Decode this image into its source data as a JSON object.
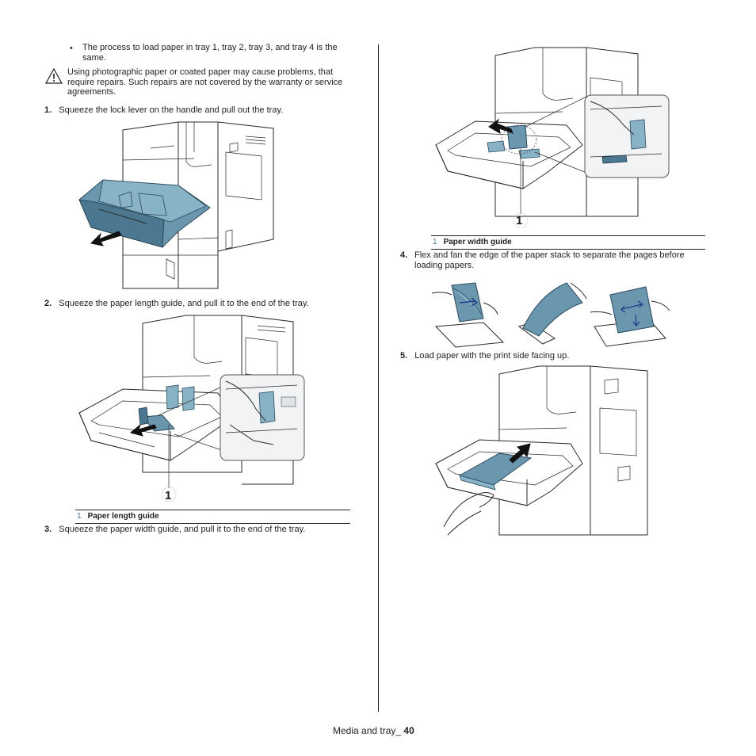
{
  "bullet": {
    "symbol": "•",
    "text": "The process to load paper in tray 1, tray 2, tray 3, and tray 4 is the same."
  },
  "caution": {
    "icon": "warning-triangle-icon",
    "text": "Using photographic paper or coated paper may cause problems, that require repairs. Such repairs are not covered by the warranty or service agreements."
  },
  "steps": [
    {
      "number": "1.",
      "text": "Squeeze the lock lever on the handle and pull out the tray."
    },
    {
      "number": "2.",
      "text": "Squeeze the paper length guide, and pull it to the end of the tray."
    },
    {
      "number": "3.",
      "text": "Squeeze the paper width guide, and pull it to the end of the tray."
    },
    {
      "number": "4.",
      "text": "Flex and fan the edge of the paper stack to separate the pages before loading papers."
    },
    {
      "number": "5.",
      "text": "Load paper with the print side facing up."
    }
  ],
  "captions": {
    "length_guide": {
      "number": "1",
      "label": "Paper length guide"
    },
    "width_guide": {
      "number": "1",
      "label": "Paper width guide"
    }
  },
  "callouts": {
    "fig2": "1",
    "fig3": "1"
  },
  "footer": {
    "section": "Media and tray_",
    "page": "40"
  },
  "colors": {
    "text": "#231f20",
    "tray_blue": "#6a96ae",
    "caption_number": "#4a7a94"
  }
}
